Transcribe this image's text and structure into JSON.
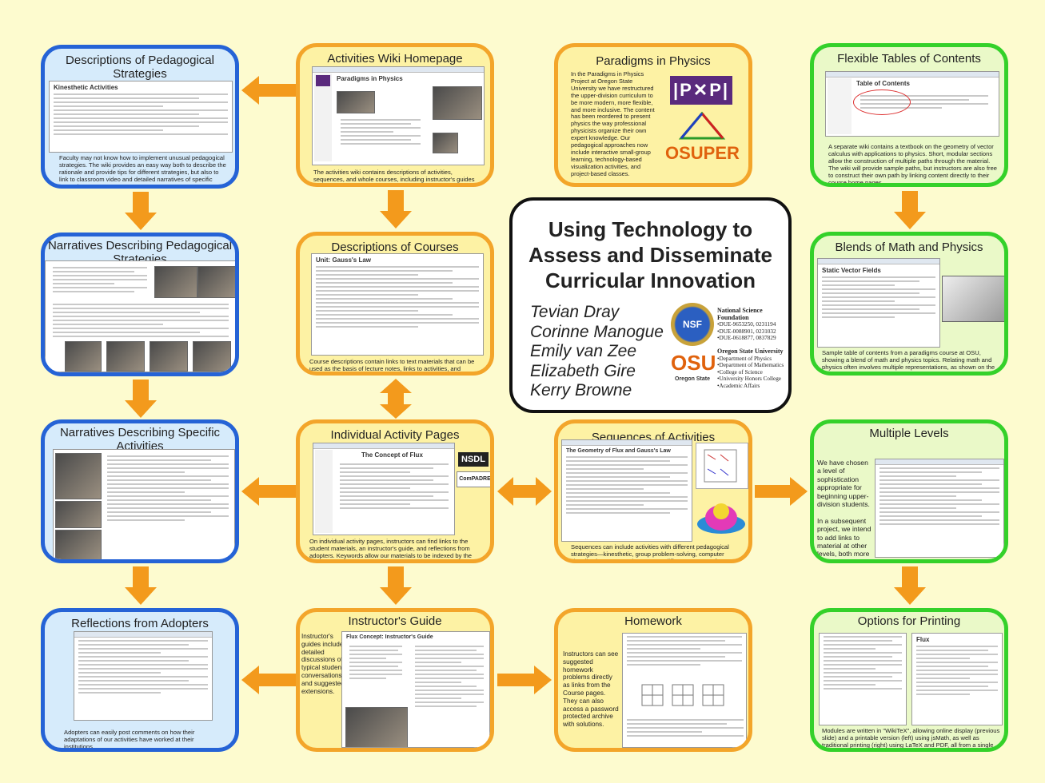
{
  "center": {
    "title": "Using Technology to Assess and Disseminate Curricular Innovation",
    "authors": [
      "Tevian Dray",
      "Corinne Manogue",
      "Emily van Zee",
      "Elizabeth Gire",
      "Kerry Browne"
    ],
    "nsf_logo": "NSF",
    "osu_logo": "OSU",
    "osu_logo_sub": "Oregon State",
    "funders": {
      "nsf_heading": "National Science Foundation",
      "nsf_grants": [
        "•DUE-9653250, 0231194",
        "•DUE-0088901, 0231032",
        "•DUE-0618877, 0837829"
      ],
      "osu_heading": "Oregon State University",
      "osu_units": [
        "•Department of Physics",
        "•Department of Mathematics",
        "•College of Science",
        "•University Honors College",
        "•Academic Affairs"
      ]
    }
  },
  "panels": {
    "desc_ped": {
      "title": "Descriptions of Pedagogical Strategies",
      "thumb_heading": "Kinesthetic Activities",
      "caption": "Faculty may not know how to implement unusual pedagogical strategies. The wiki provides an easy way both to describe the rationale and provide tips for different strategies, but also to link to classroom video and detailed narratives of specific examples."
    },
    "wiki_home": {
      "title": "Activities Wiki Homepage",
      "thumb_heading": "Paradigms in Physics",
      "caption": "The activities wiki contains descriptions of activities, sequences, and whole courses, including instructor's guides and class materials."
    },
    "paradigms": {
      "title": "Paradigms in Physics",
      "body": "In the Paradigms in Physics Project at Oregon State University we have restructured the upper-division curriculum to be more modern, more flexible, and more inclusive. The content has been reordered to present physics the way professional physicists organize their own expert knowledge. Our pedagogical approaches now include interactive small-group learning, technology-based visualization activities, and project-based classes.",
      "logo_pxp": "|P✕P|",
      "logo_osuper": "OSUPER"
    },
    "flex_toc": {
      "title": "Flexible Tables of Contents",
      "thumb_heading": "Table of Contents",
      "caption": "A separate wiki contains a textbook on the geometry of vector calculus with applications to physics. Short, modular sections allow the construction of multiple paths through the material. The wiki will provide sample paths, but instructors are also free to construct their own path by linking content directly to their course home pages."
    },
    "narr_ped": {
      "title": "Narratives Describing Pedagogical Strategies"
    },
    "desc_courses": {
      "title": "Descriptions of Courses",
      "thumb_heading": "Unit: Gauss's Law",
      "caption": "Course descriptions contain links to text materials that can be used as the basis of lecture notes, links to activities, and homework problems."
    },
    "blends": {
      "title": "Blends of Math and Physics",
      "thumb_heading": "Static Vector Fields",
      "caption": "Sample table of contents from a paradigms course at OSU, showing a blend of math and physics topics. Relating math and physics often involves multiple representations, as shown on the right."
    },
    "narr_act": {
      "title": "Narratives Describing Specific Activities"
    },
    "indiv": {
      "title": "Individual Activity Pages",
      "thumb_heading": "The Concept of Flux",
      "badge_nsdl": "NSDL",
      "badge_compadre": "ComPADRE",
      "caption": "On individual activity pages, instructors can find links to the student materials, an instructor's guide, and reflections from adopters. Keywords allow our materials to be indexed by the NSDL and Compadre."
    },
    "sequences": {
      "title": "Sequences of Activities",
      "thumb_heading": "The Geometry of Flux and Gauss's Law",
      "caption": "Sequences can include activities with different pedagogical strategies—kinesthetic, group problem-solving, computer visualization, etc.—to demonstrate different aspects of a concept."
    },
    "levels": {
      "title": "Multiple Levels",
      "body": "We have chosen a level of sophistication appropriate for beginning upper-division students.\n\nIn a subsequent project, we intend to add links to material at other levels, both more basic and more advanced."
    },
    "reflections": {
      "title": "Reflections from Adopters",
      "caption": "Adopters can easily post comments on how their adaptations of our activities have worked at their institutions."
    },
    "guide": {
      "title": "Instructor's Guide",
      "body": "Instructor's guides include detailed discussions of typical student conversations and suggested extensions.",
      "thumb_heading": "Flux Concept: Instructor's Guide"
    },
    "homework": {
      "title": "Homework",
      "body": "Instructors can see suggested homework problems directly as links from the Course pages. They can also access a password protected archive with solutions."
    },
    "printing": {
      "title": "Options for Printing",
      "thumb_heading": "Flux",
      "caption": "Modules are written in \"WikiTeX\", allowing online display (previous slide) and a printable version (left) using jsMath, as well as traditional printing (right) using LaTeX and PDF, all from a single source file."
    }
  },
  "colors": {
    "blue": "#2563d6",
    "orange": "#f3a52a",
    "green": "#34d12a",
    "arrow": "#f39a1c",
    "background": "#fdfbcf"
  }
}
